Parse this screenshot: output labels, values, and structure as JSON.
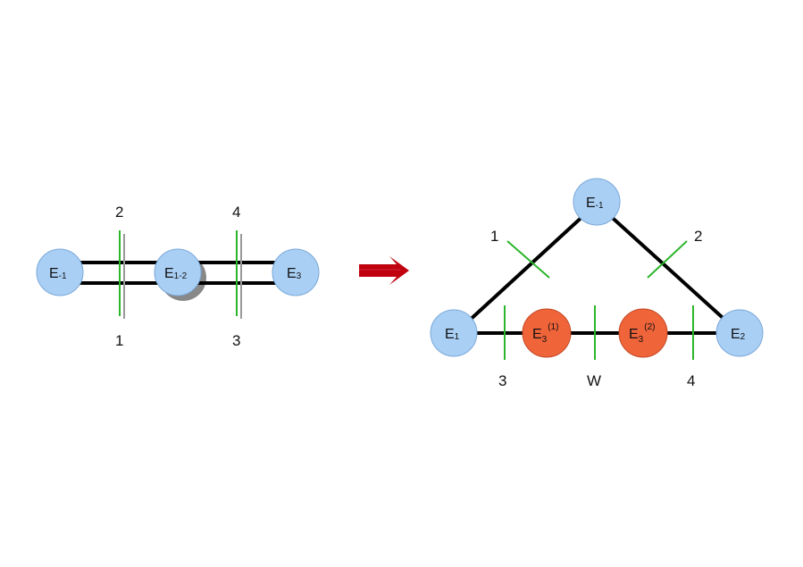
{
  "colors": {
    "blue_node": "#a9cff5",
    "blue_stroke": "#7aa8d8",
    "orange_node": "#f0643a",
    "orange_stroke": "#c24a26",
    "edge": "#000000",
    "cut_green": "#2bb52b",
    "cut_gray": "#9a9a9a",
    "arrow": "#c0000f"
  },
  "left_diagram": {
    "nodes": [
      {
        "base": "E",
        "sub": "-1"
      },
      {
        "base": "E",
        "sub": "1-2"
      },
      {
        "base": "E",
        "sub": "3"
      }
    ],
    "cut_labels_top": [
      "2",
      "4"
    ],
    "cut_labels_bottom": [
      "1",
      "3"
    ]
  },
  "arrow": {
    "icon": "right-arrow-icon"
  },
  "right_diagram": {
    "top_node": {
      "base": "E",
      "sub": "-1"
    },
    "left_node": {
      "base": "E",
      "sub": "1"
    },
    "right_node": {
      "base": "E",
      "sub": "2"
    },
    "orange_nodes": [
      {
        "base": "E",
        "sub": "3",
        "sup": "(1)"
      },
      {
        "base": "E",
        "sub": "3",
        "sup": "(2)"
      }
    ],
    "diag_labels": [
      "1",
      "2"
    ],
    "bottom_labels": [
      "3",
      "W",
      "4"
    ]
  }
}
